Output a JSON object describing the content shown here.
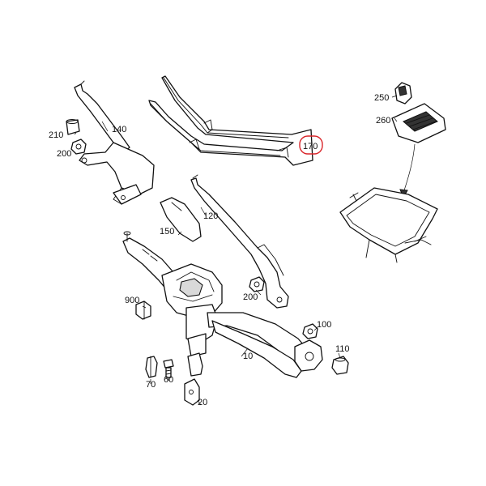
{
  "callouts": [
    {
      "id": "210",
      "text": "210"
    },
    {
      "id": "200a",
      "text": "200"
    },
    {
      "id": "140",
      "text": "140"
    },
    {
      "id": "170",
      "text": "170",
      "highlighted": true
    },
    {
      "id": "250",
      "text": "250"
    },
    {
      "id": "260",
      "text": "260"
    },
    {
      "id": "150",
      "text": "150"
    },
    {
      "id": "120",
      "text": "120"
    },
    {
      "id": "900",
      "text": "900"
    },
    {
      "id": "200b",
      "text": "200"
    },
    {
      "id": "100",
      "text": "100"
    },
    {
      "id": "110",
      "text": "110"
    },
    {
      "id": "10",
      "text": "10"
    },
    {
      "id": "70",
      "text": "70"
    },
    {
      "id": "60",
      "text": "60"
    },
    {
      "id": "20",
      "text": "20"
    }
  ],
  "highlight_color": "#d9252a"
}
